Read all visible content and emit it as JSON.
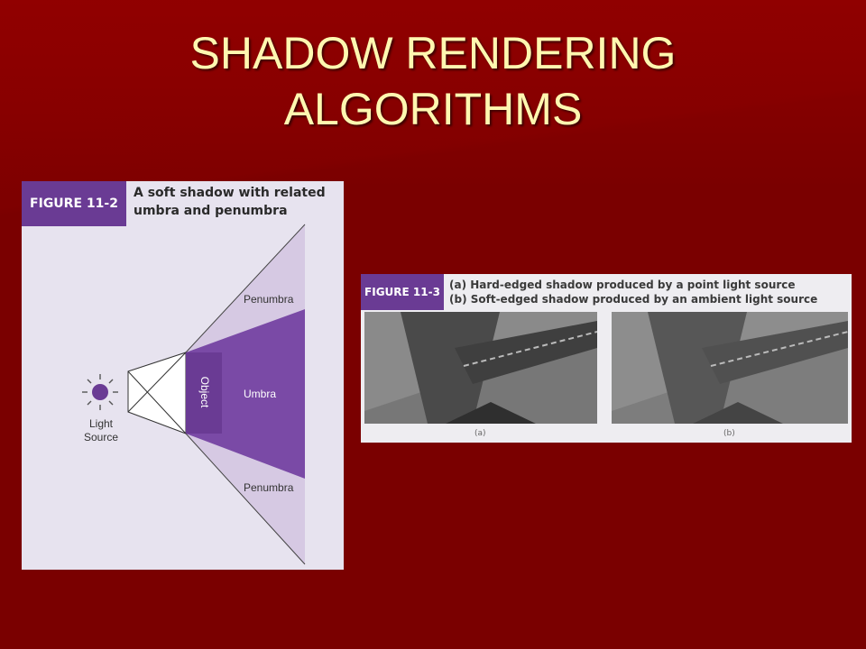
{
  "slide": {
    "title_line1": "SHADOW RENDERING",
    "title_line2": "ALGORITHMS"
  },
  "figure_11_2": {
    "tag": "FIGURE 11-2",
    "caption_line1": "A soft shadow with related",
    "caption_line2": "umbra and penumbra",
    "label_penumbra_top": "Penumbra",
    "label_umbra": "Umbra",
    "label_penumbra_bottom": "Penumbra",
    "label_object": "Object",
    "label_light_line1": "Light",
    "label_light_line2": "Source",
    "colors": {
      "tag": "#6a3b94",
      "umbra": "#7a4aa6",
      "penumbra": "#d6c9e3",
      "object": "#6a3b94",
      "light": "#6a3b94"
    }
  },
  "figure_11_3": {
    "tag": "FIGURE 11-3",
    "caption_a": "(a) Hard-edged shadow produced by a point light source",
    "caption_b": "(b) Soft-edged shadow produced by an ambient light source",
    "label_a": "(a)",
    "label_b": "(b)"
  }
}
